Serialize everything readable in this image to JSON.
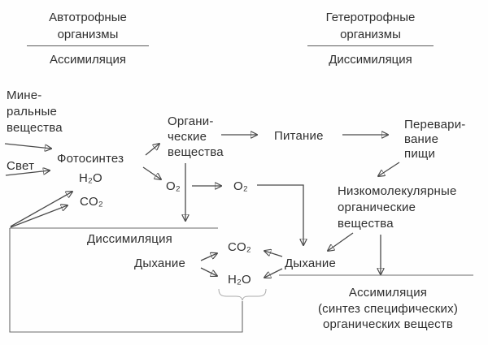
{
  "headers": {
    "autotroph": {
      "title": "Автотрофные\nорганизмы",
      "process": "Ассимиляция"
    },
    "heterotroph": {
      "title": "Гетеротрофные\nорганизмы",
      "process": "Диссимиляция"
    }
  },
  "nodes": {
    "mineral": "Мине-\nральные\nвещества",
    "light": "Свет",
    "photosynthesis": "Фотосинтез",
    "h2o_in": "H₂O",
    "co2_in": "CO₂",
    "organic": "Органи-\nческие\nвещества",
    "o2_out": "O₂",
    "o2_in": "O₂",
    "nutrition": "Питание",
    "digestion": "Перевари-\nвание\nпищи",
    "low_molecular": "Низкомолекулярные\nорганические\nвещества",
    "dissimilation": "Диссимиляция",
    "respiration_left": "Дыхание",
    "co2_out": "CO₂",
    "h2o_out": "H₂O",
    "respiration_right": "Дыхание",
    "assimilation": "Ассимиляция\n(синтез специфических)\nорганических веществ"
  },
  "colors": {
    "text": "#2f2f2f",
    "line": "#4a4a4a",
    "background": "#fefefe"
  }
}
